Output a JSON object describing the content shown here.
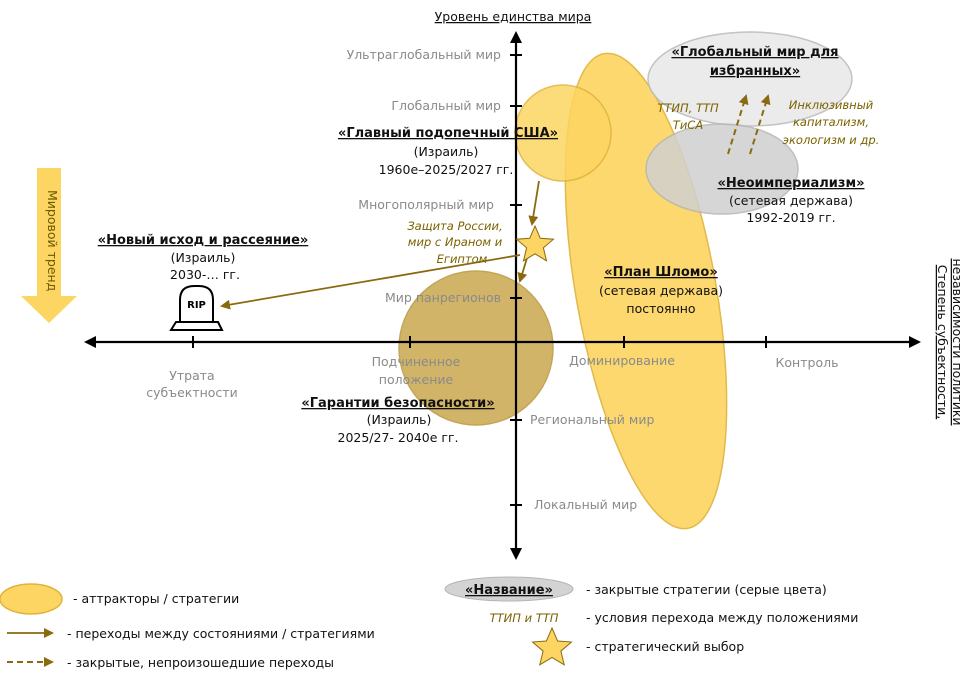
{
  "axes": {
    "y_title": "Уровень единства мира",
    "x_title_line1": "Степень субъектности,",
    "x_title_line2": "независимости политики",
    "trend": "Мировой тренд",
    "y_ticks": [
      "Ультраглобальный мир",
      "Глобальный мир",
      "Многополярный мир",
      "Мир панрегионов",
      "Региональный мир",
      "Локальный  мир"
    ],
    "x_ticks": {
      "loss_1": "Утрата",
      "loss_2": "субъектности",
      "sub_1": "Подчиненное",
      "sub_2": "положение",
      "dom": "Доминирование",
      "ctrl": "Контроль"
    }
  },
  "nodes": {
    "exodus": {
      "title": "«Новый исход и рассеяние»",
      "who": "(Израиль)",
      "years": "2030-… гг."
    },
    "usa": {
      "title": "«Главный подопечный США»",
      "who": "(Израиль)",
      "years": "1960е–2025/2027 гг."
    },
    "security": {
      "title": "«Гарантии безопасности»",
      "who": "(Израиль)",
      "years": "2025/27-  2040е гг."
    },
    "shlomo": {
      "title": "«План Шломо»",
      "who": "(сетевая держава)",
      "years": "постоянно"
    },
    "neoimp": {
      "title": "«Неоимпериализм»",
      "who": "(сетевая держава)",
      "years": "1992-2019  гг."
    },
    "global_elite": {
      "title1": "«Глобальный мир для",
      "title2": "избранных»"
    },
    "defense": {
      "l1": "Защита России,",
      "l2": "мир с Ираном и",
      "l3": "Египтом"
    },
    "ttip": {
      "l1": "ТТИП, ТТП",
      "l2": "ТиСА"
    },
    "inclusive": {
      "l1": "Инклюзивный",
      "l2": "капитализм,",
      "l3": "экологизм и др."
    },
    "rip": "RIP"
  },
  "legend": {
    "attractors": "- аттракторы  / стратегии",
    "transitions": "- переходы между состояниями / стратегиями",
    "closed_transitions": "- закрытые, непроизошедшие переходы",
    "name_sample": "«Название»",
    "closed_strategies": "- закрытые стратегии (серые цвета)",
    "cond_sample": "ТТИП и ТТП",
    "conditions": "- условия перехода между положениями",
    "star": "- стратегический выбор"
  },
  "colors": {
    "yellow": "#fcd562",
    "yellow_stroke": "#e0b43c",
    "dark_gold": "#c9a84e",
    "gray": "#d3d3d3",
    "arrow": "#8a6a10"
  }
}
